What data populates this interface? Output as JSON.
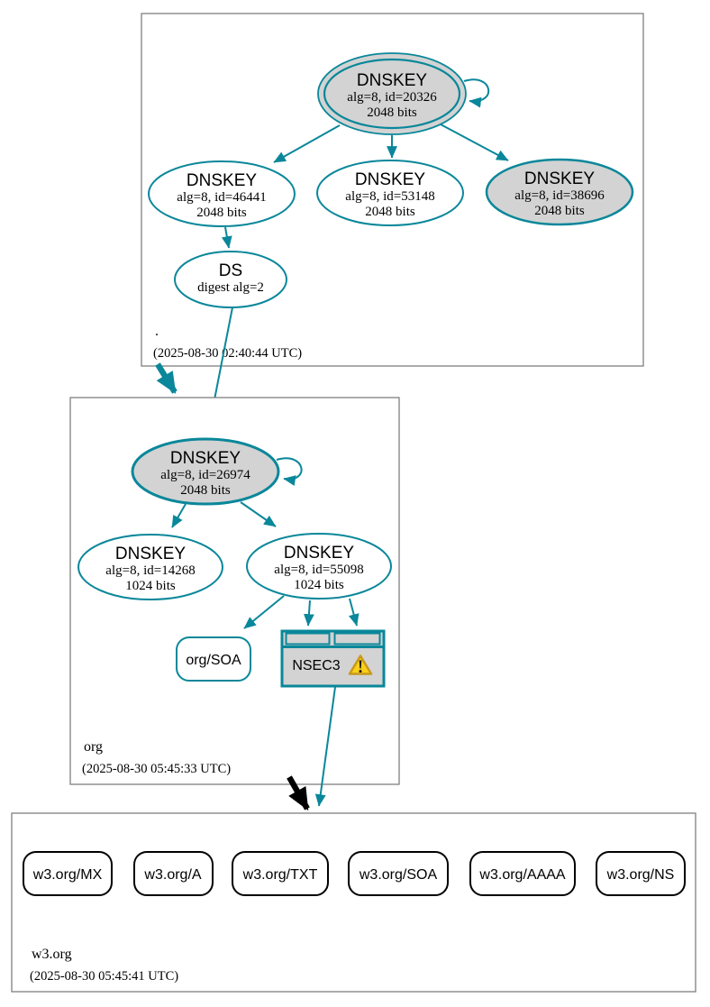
{
  "diagram_type": "dnssec-authentication-chain",
  "colors": {
    "secure_edge": "#0a879a",
    "insecure_edge": "#000000",
    "node_fill_gray": "#d3d3d3",
    "zone_box_border": "#808080",
    "warning_yellow": "#fbd019"
  },
  "zones": {
    "root": {
      "label": ".",
      "timestamp": "(2025-08-30 02:40:44 UTC)",
      "ksk": {
        "title": "DNSKEY",
        "detail1": "alg=8, id=20326",
        "detail2": "2048 bits"
      },
      "zsk1": {
        "title": "DNSKEY",
        "detail1": "alg=8, id=46441",
        "detail2": "2048 bits"
      },
      "zsk2": {
        "title": "DNSKEY",
        "detail1": "alg=8, id=53148",
        "detail2": "2048 bits"
      },
      "zsk3": {
        "title": "DNSKEY",
        "detail1": "alg=8, id=38696",
        "detail2": "2048 bits"
      },
      "ds": {
        "title": "DS",
        "detail1": "digest alg=2"
      }
    },
    "org": {
      "label": "org",
      "timestamp": "(2025-08-30 05:45:33 UTC)",
      "ksk": {
        "title": "DNSKEY",
        "detail1": "alg=8, id=26974",
        "detail2": "2048 bits"
      },
      "zsk1": {
        "title": "DNSKEY",
        "detail1": "alg=8, id=14268",
        "detail2": "1024 bits"
      },
      "zsk2": {
        "title": "DNSKEY",
        "detail1": "alg=8, id=55098",
        "detail2": "1024 bits"
      },
      "soa": {
        "label": "org/SOA"
      },
      "nsec3": {
        "label": "NSEC3",
        "warning_icon": "warning-triangle"
      }
    },
    "w3org": {
      "label": "w3.org",
      "timestamp": "(2025-08-30 05:45:41 UTC)",
      "rrsets": [
        {
          "label": "w3.org/MX"
        },
        {
          "label": "w3.org/A"
        },
        {
          "label": "w3.org/TXT"
        },
        {
          "label": "w3.org/SOA"
        },
        {
          "label": "w3.org/AAAA"
        },
        {
          "label": "w3.org/NS"
        }
      ]
    }
  }
}
